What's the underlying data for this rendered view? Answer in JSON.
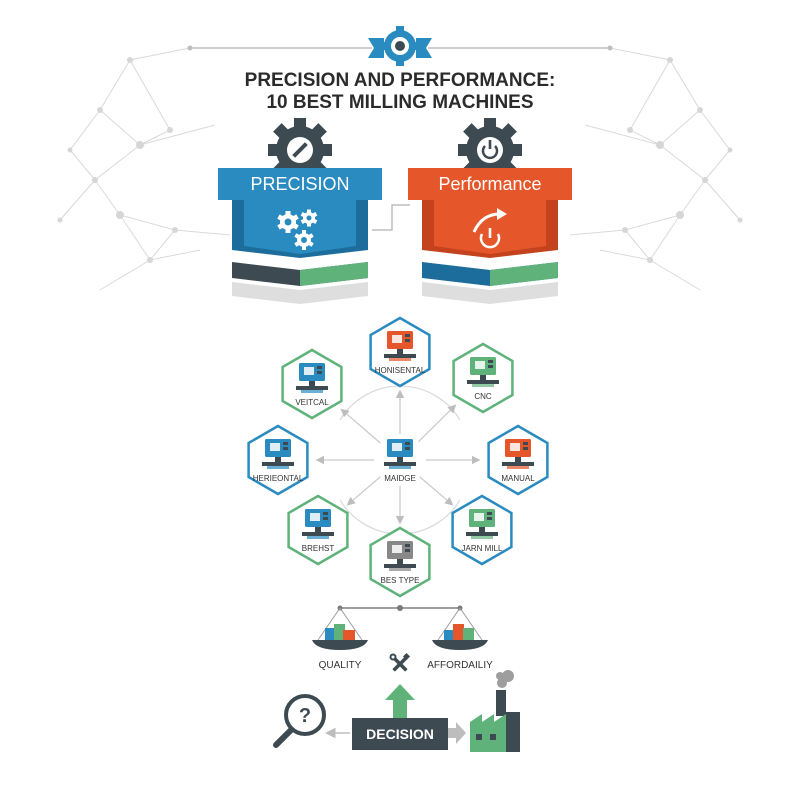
{
  "title": {
    "line1": "PRECISION AND PERFORMANCE:",
    "line2": "10 BEST MILLING MACHINES"
  },
  "banners": {
    "left": {
      "label": "PRECISION",
      "color": "#2a8bc0",
      "dark": "#1d6d9c",
      "icon": "gears-icon",
      "top_icon": "gear-wrench-icon"
    },
    "right": {
      "label": "Performance",
      "color": "#e5572b",
      "dark": "#c4421d",
      "icon": "speed-arrow-icon",
      "top_icon": "gear-power-icon"
    }
  },
  "hexagons": [
    {
      "id": "top",
      "label": "HONISENTAL",
      "border": "#2a8bc0",
      "machine_color": "#e5572b"
    },
    {
      "id": "upper-left",
      "label": "VEITCAL",
      "border": "#5fb37a",
      "machine_color": "#2a8bc0"
    },
    {
      "id": "upper-right",
      "label": "CNC",
      "border": "#5fb37a",
      "machine_color": "#5fb37a"
    },
    {
      "id": "left",
      "label": "HERIEONTAL",
      "border": "#2a8bc0",
      "machine_color": "#2a8bc0"
    },
    {
      "id": "center",
      "label": "MAIDGE",
      "border": "none",
      "machine_color": "#2a8bc0"
    },
    {
      "id": "right",
      "label": "MANUAL",
      "border": "#2a8bc0",
      "machine_color": "#e5572b"
    },
    {
      "id": "lower-left",
      "label": "BREHST",
      "border": "#5fb37a",
      "machine_color": "#2a8bc0"
    },
    {
      "id": "lower-right",
      "label": "JARN MILL",
      "border": "#2a8bc0",
      "machine_color": "#5fb37a"
    },
    {
      "id": "bottom",
      "label": "BES TYPE",
      "border": "#5fb37a",
      "machine_color": "#888888"
    }
  ],
  "balance": {
    "left_label": "QUALITY",
    "right_label": "AFFORDAILIY"
  },
  "decision": {
    "label": "DECISION",
    "left_icon": "magnifier-question-icon",
    "right_icon": "factory-icon",
    "up_icon": "up-arrow-icon",
    "tools_icon": "wrench-screwdriver-icon"
  },
  "colors": {
    "blue": "#2a8bc0",
    "orange": "#e5572b",
    "green": "#5fb37a",
    "dark": "#3e4a52"
  }
}
